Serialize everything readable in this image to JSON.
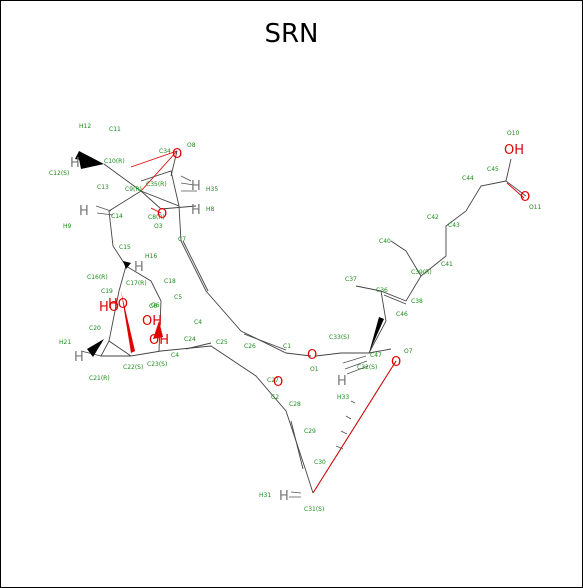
{
  "title": "SRN",
  "atoms": {
    "carbon_labels": [
      "C1",
      "C2",
      "C4",
      "C4",
      "C5",
      "C6",
      "C7",
      "C8(R)",
      "C9(R)",
      "C10(R)",
      "C11",
      "C12(S)",
      "C13",
      "C14",
      "C15",
      "C16(R)",
      "C17(R)",
      "C18",
      "C19",
      "C20",
      "C21(R)",
      "C22(S)",
      "C23(S)",
      "C24",
      "C25",
      "C26",
      "C27",
      "C28",
      "C29",
      "C30",
      "C31(S)",
      "C32(S)",
      "C33(S)",
      "C34",
      "C35(R)",
      "C36",
      "C37",
      "C38",
      "C39(R)",
      "C40",
      "C41",
      "C42",
      "C43",
      "C44",
      "C45",
      "C46",
      "C47"
    ],
    "oxygen_labels": [
      "O1",
      "O3",
      "O6",
      "O7",
      "O8",
      "O10",
      "O11"
    ],
    "hydrogen_labels": [
      "H12",
      "H8",
      "H9",
      "H16",
      "H21",
      "H31",
      "H33",
      "H35"
    ],
    "oxygen_symbols": [
      "O",
      "O",
      "O",
      "O",
      "O",
      "OH",
      "HO",
      "HO",
      "OH",
      "OH"
    ],
    "hydrogen_symbols": [
      "H",
      "H",
      "H",
      "H",
      "H",
      "H",
      "H"
    ]
  }
}
